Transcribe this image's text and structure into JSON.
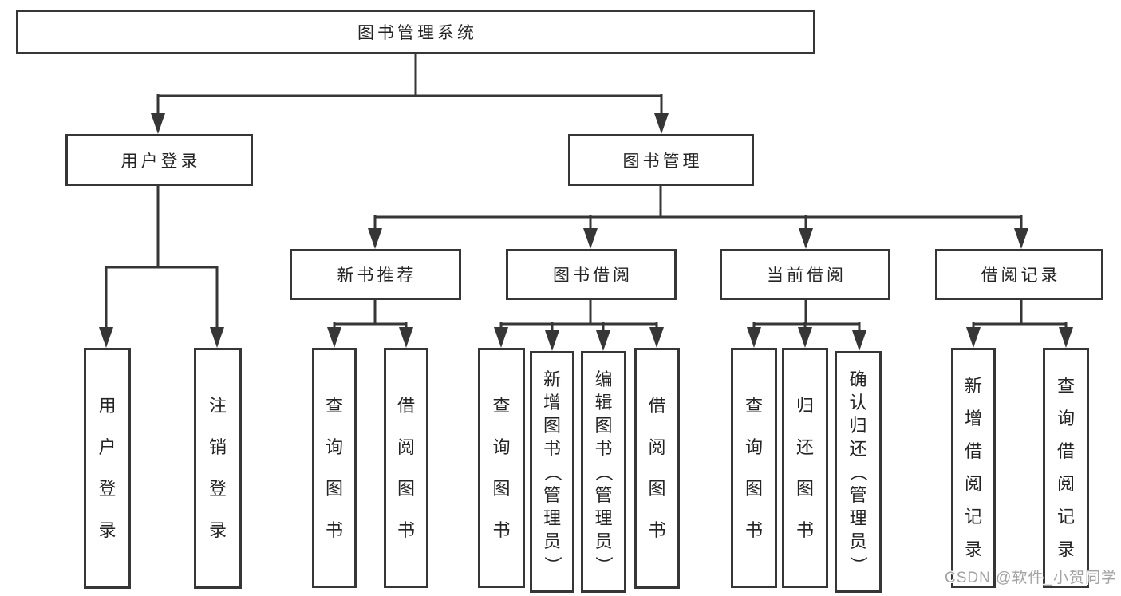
{
  "diagram": {
    "title": "图书管理系统",
    "root": {
      "label": "图书管理系统"
    },
    "level2": [
      {
        "label": "用户登录"
      },
      {
        "label": "图书管理"
      }
    ],
    "level3": [
      {
        "label": "新书推荐"
      },
      {
        "label": "图书借阅"
      },
      {
        "label": "当前借阅"
      },
      {
        "label": "借阅记录"
      }
    ],
    "leaves": [
      {
        "label": "用户登录"
      },
      {
        "label": "注销登录"
      },
      {
        "label": "查询图书"
      },
      {
        "label": "借阅图书"
      },
      {
        "label": "查询图书"
      },
      {
        "label": "新增图书（管理员）"
      },
      {
        "label": "编辑图书（管理员）"
      },
      {
        "label": "借阅图书"
      },
      {
        "label": "查询图书"
      },
      {
        "label": "归还图书"
      },
      {
        "label": "确认归还（管理员）"
      },
      {
        "label": "新增借阅记录"
      },
      {
        "label": "查询借阅记录"
      }
    ],
    "line_color": "#363636",
    "text_color": "#242424"
  },
  "watermark": {
    "text": "CSDN @软件_小贺同学",
    "color": "#a3a3a3"
  }
}
